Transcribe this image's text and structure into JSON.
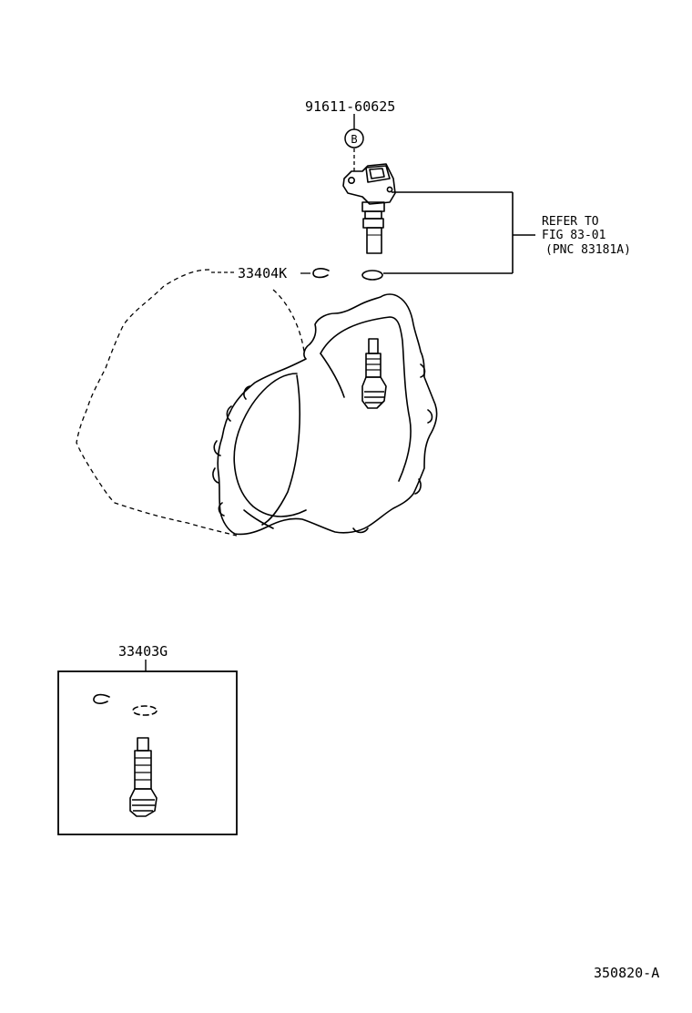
{
  "parts": {
    "sensor_part_no": "91611-60625",
    "bolt_marker": "B",
    "housing_part_no": "33404K",
    "kit_part_no": "33403G"
  },
  "reference_note": {
    "line1": "REFER TO",
    "line2": "FIG 83-01",
    "line3": "(PNC 83181A)"
  },
  "figure_code": "350820-A"
}
